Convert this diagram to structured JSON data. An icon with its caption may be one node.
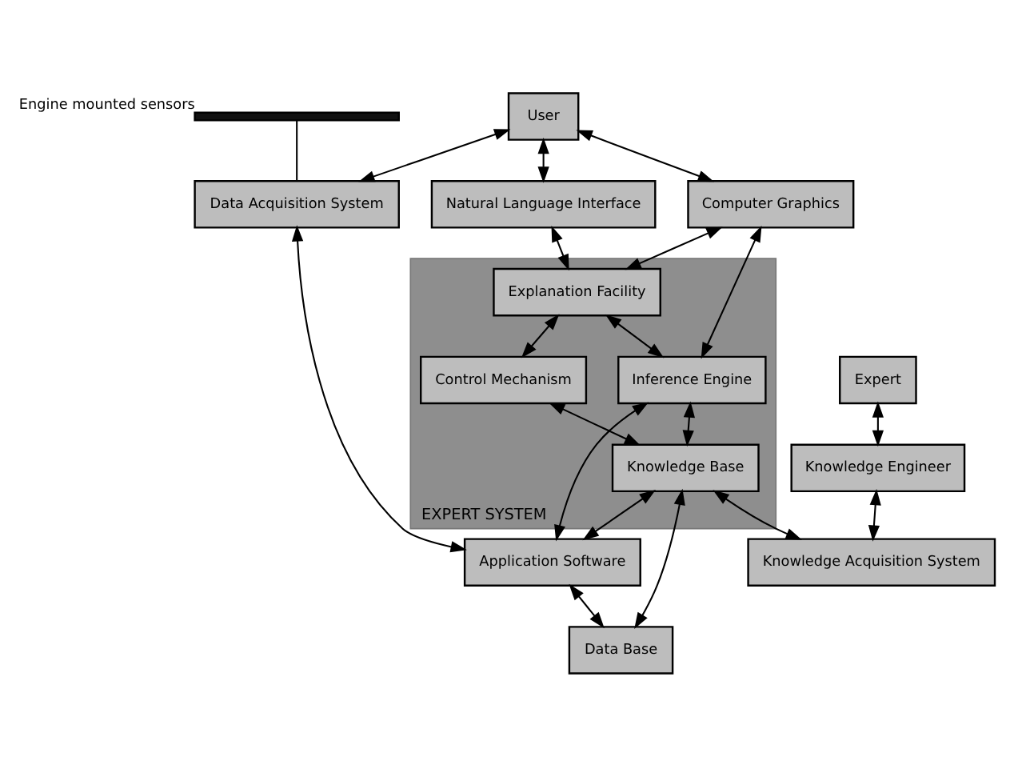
{
  "diagram": {
    "nodes": [
      {
        "text": [
          "User"
        ]
      },
      {
        "text": [
          "Natural Language Interface"
        ]
      },
      {
        "text": [
          "Computer Graphics"
        ]
      },
      {
        "text": [
          "EXPERT SYSTEM"
        ]
      },
      {
        "text": [
          "Explanation Facility"
        ],
        "in": 3
      },
      {
        "text": [
          "Control Mechanism"
        ],
        "in": 3
      },
      {
        "text": [
          "Inference Engine"
        ],
        "in": 3
      },
      {
        "text": [
          "Knowledge Base"
        ],
        "in": 3
      },
      {
        "text": [
          "Expert"
        ]
      },
      {
        "text": [
          "Knowledge Engineer"
        ]
      },
      {
        "text": [
          "Knowledge Acquisition System"
        ]
      },
      {
        "text": [
          "Data Acquisition System"
        ]
      },
      {
        "text": [
          "Application Software"
        ]
      },
      {
        "text": [
          "Data Base"
        ]
      },
      {
        "text": [],
        "shape": "bar",
        "beside": [
          "Engine mounted sensors"
        ]
      }
    ],
    "edges": [
      {
        "from": 0,
        "to": 1,
        "arrow": "both"
      },
      {
        "from": 0,
        "to": 2,
        "arrow": "both"
      },
      {
        "from": 0,
        "to": 11,
        "arrow": "both"
      },
      {
        "from": 1,
        "to": 4,
        "arrow": "both"
      },
      {
        "from": 2,
        "to": 4,
        "arrow": "both"
      },
      {
        "from": 2,
        "to": 6,
        "arrow": "both"
      },
      {
        "from": 4,
        "to": 5,
        "arrow": "both"
      },
      {
        "from": 4,
        "to": 6,
        "arrow": "both"
      },
      {
        "from": 5,
        "to": 7,
        "arrow": "both"
      },
      {
        "from": 6,
        "to": 7,
        "arrow": "both"
      },
      {
        "from": 7,
        "to": 10,
        "arrow": "both"
      },
      {
        "from": 8,
        "to": 9,
        "arrow": "both"
      },
      {
        "from": 9,
        "to": 10,
        "arrow": "both"
      },
      {
        "from": 6,
        "to": 12,
        "arrow": "both"
      },
      {
        "from": 7,
        "to": 12,
        "arrow": "both"
      },
      {
        "from": 7,
        "to": 13,
        "arrow": "both"
      },
      {
        "from": 11,
        "to": 12,
        "arrow": "both"
      },
      {
        "from": 12,
        "to": 13,
        "arrow": "both"
      },
      {
        "from": 14,
        "to": 11,
        "arrow": "none"
      }
    ]
  }
}
